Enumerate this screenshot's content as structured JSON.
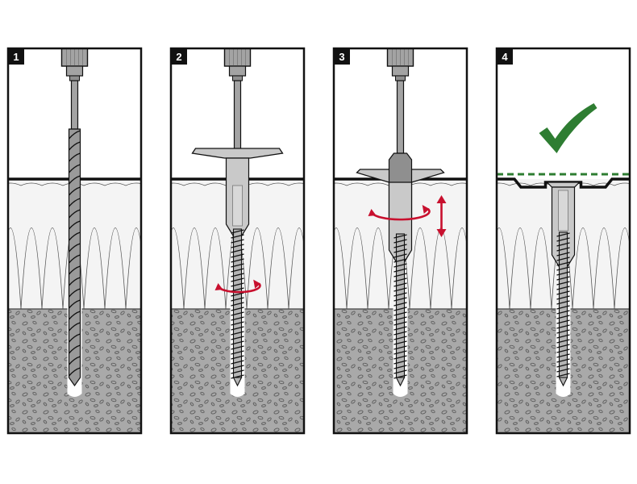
{
  "panels": [
    {
      "number": "1",
      "step": "drilling"
    },
    {
      "number": "2",
      "step": "insert-anchor-screw"
    },
    {
      "number": "3",
      "step": "set-anchor"
    },
    {
      "number": "4",
      "step": "installed",
      "check_icon": "check-mark-icon"
    }
  ],
  "colors": {
    "frame": "#111111",
    "insulation": "#f4f4f4",
    "concrete": "#a9a9a9",
    "pebble": "#666666",
    "metal": "#a3a3a3",
    "plastic": "#c9c9c9",
    "arrow": "#c8102e",
    "check": "#2e7d32",
    "guide_line": "#2e7d32"
  }
}
